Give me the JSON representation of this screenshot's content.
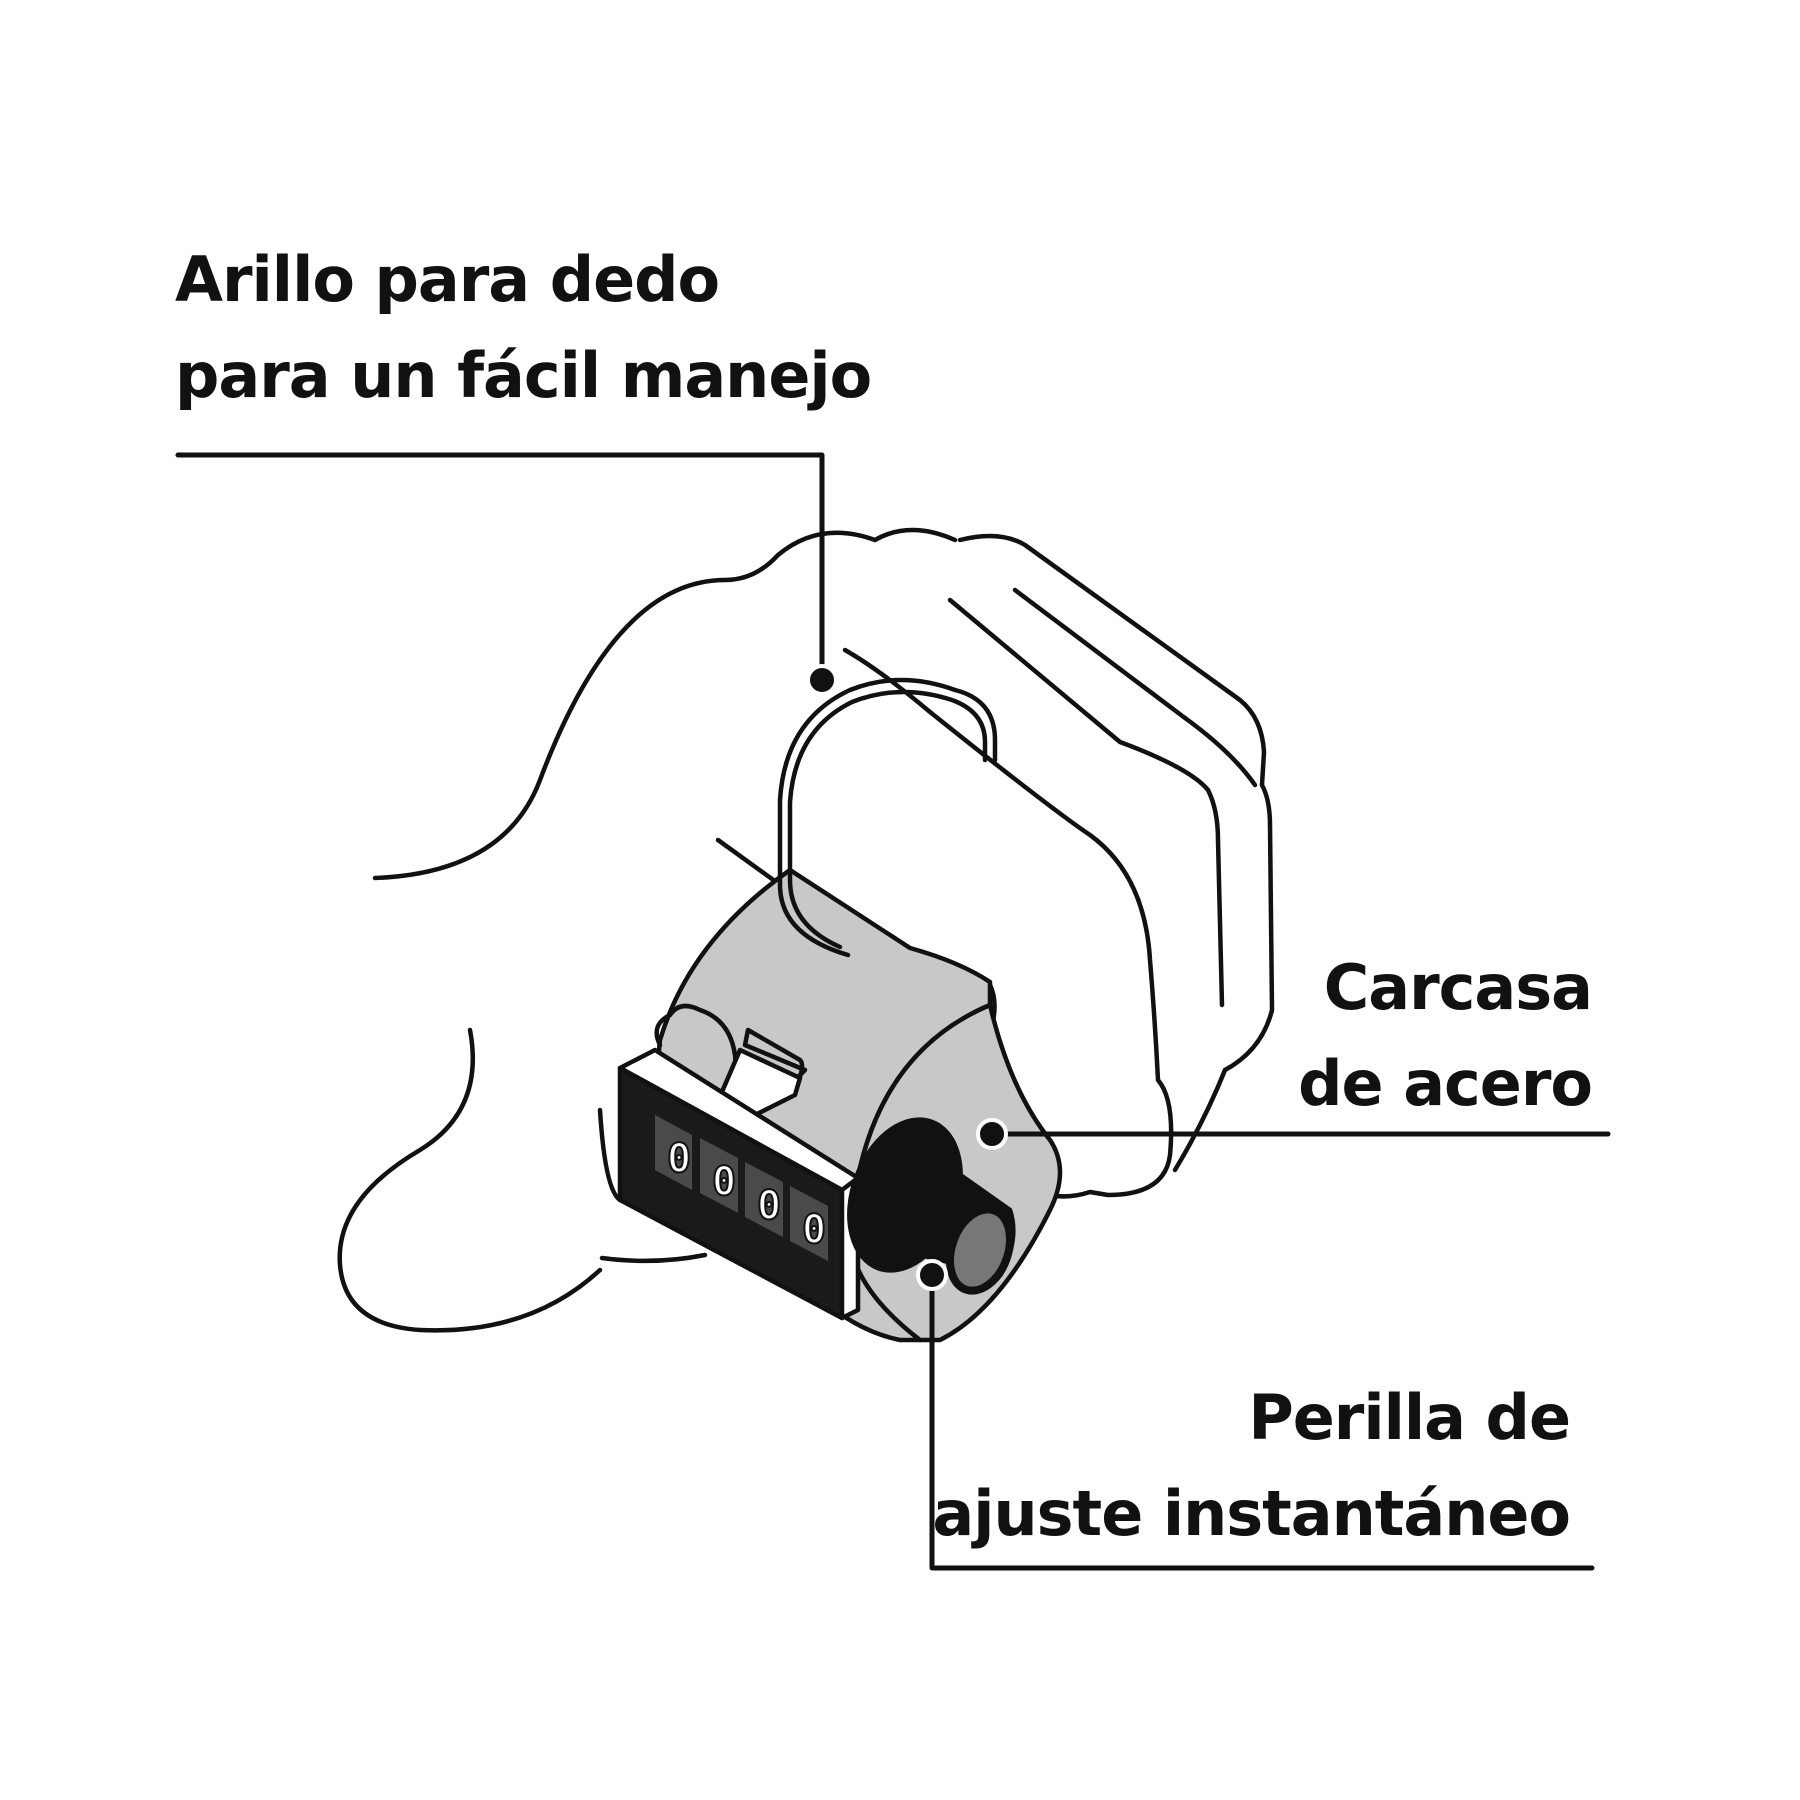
{
  "callouts": {
    "finger_ring": {
      "line1": "Arillo para dedo",
      "line2": "para un fácil manejo"
    },
    "steel_housing": {
      "line1": "Carcasa",
      "line2": "de acero"
    },
    "reset_knob": {
      "line1": "Perilla de",
      "line2": "ajuste instantáneo"
    }
  },
  "counter_display": {
    "digits": [
      "0",
      "0",
      "0",
      "0"
    ]
  },
  "colors": {
    "outline": "#111111",
    "housing": "#c8c8c8",
    "display_body": "#1a1a1a",
    "digit_window": "#4a4a4a",
    "knob": "#111111",
    "knob_center": "#777777",
    "background": "#ffffff"
  }
}
